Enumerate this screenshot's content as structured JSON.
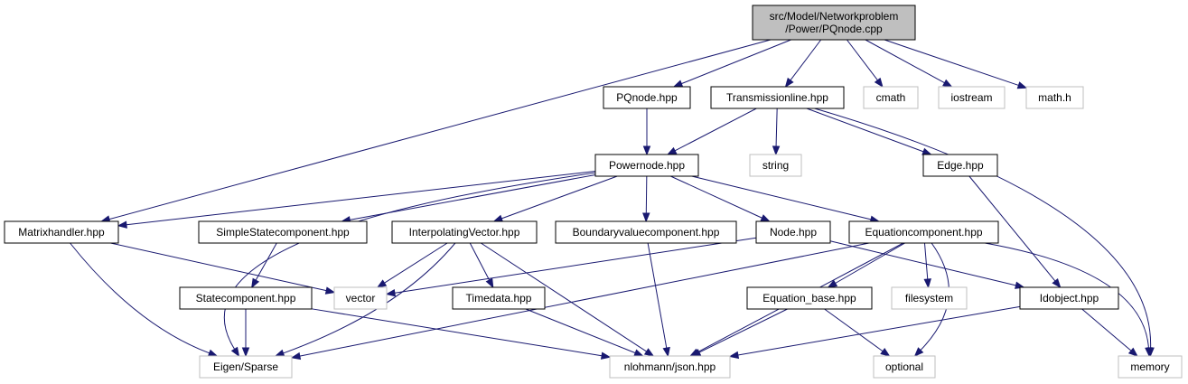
{
  "graph": {
    "colors": {
      "root_fill": "#bfbfbf",
      "root_stroke": "#000000",
      "doc_fill": "#ffffff",
      "doc_stroke": "#000000",
      "ext_fill": "#ffffff",
      "ext_stroke": "#bfbfbf",
      "edge": "#191970"
    },
    "nodes": [
      {
        "id": "root",
        "lines": [
          "src/Model/Networkproblem",
          "/Power/PQnode.cpp"
        ],
        "kind": "root"
      },
      {
        "id": "pqnode",
        "lines": [
          "PQnode.hpp"
        ],
        "kind": "doc"
      },
      {
        "id": "transmissionline",
        "lines": [
          "Transmissionline.hpp"
        ],
        "kind": "doc"
      },
      {
        "id": "cmath",
        "lines": [
          "cmath"
        ],
        "kind": "ext"
      },
      {
        "id": "iostream",
        "lines": [
          "iostream"
        ],
        "kind": "ext"
      },
      {
        "id": "mathh",
        "lines": [
          "math.h"
        ],
        "kind": "ext"
      },
      {
        "id": "powernode",
        "lines": [
          "Powernode.hpp"
        ],
        "kind": "doc"
      },
      {
        "id": "string",
        "lines": [
          "string"
        ],
        "kind": "ext"
      },
      {
        "id": "edge",
        "lines": [
          "Edge.hpp"
        ],
        "kind": "doc"
      },
      {
        "id": "matrixhandler",
        "lines": [
          "Matrixhandler.hpp"
        ],
        "kind": "doc"
      },
      {
        "id": "simplestate",
        "lines": [
          "SimpleStatecomponent.hpp"
        ],
        "kind": "doc"
      },
      {
        "id": "interpolating",
        "lines": [
          "InterpolatingVector.hpp"
        ],
        "kind": "doc"
      },
      {
        "id": "boundary",
        "lines": [
          "Boundaryvaluecomponent.hpp"
        ],
        "kind": "doc"
      },
      {
        "id": "node",
        "lines": [
          "Node.hpp"
        ],
        "kind": "doc"
      },
      {
        "id": "equationcomp",
        "lines": [
          "Equationcomponent.hpp"
        ],
        "kind": "doc"
      },
      {
        "id": "statecomp",
        "lines": [
          "Statecomponent.hpp"
        ],
        "kind": "doc"
      },
      {
        "id": "vector",
        "lines": [
          "vector"
        ],
        "kind": "ext"
      },
      {
        "id": "timedata",
        "lines": [
          "Timedata.hpp"
        ],
        "kind": "doc"
      },
      {
        "id": "eqbase",
        "lines": [
          "Equation_base.hpp"
        ],
        "kind": "doc"
      },
      {
        "id": "filesystem",
        "lines": [
          "filesystem"
        ],
        "kind": "ext"
      },
      {
        "id": "idobject",
        "lines": [
          "Idobject.hpp"
        ],
        "kind": "doc"
      },
      {
        "id": "eigen",
        "lines": [
          "Eigen/Sparse"
        ],
        "kind": "ext"
      },
      {
        "id": "json",
        "lines": [
          "nlohmann/json.hpp"
        ],
        "kind": "ext"
      },
      {
        "id": "optional",
        "lines": [
          "optional"
        ],
        "kind": "ext"
      },
      {
        "id": "memory",
        "lines": [
          "memory"
        ],
        "kind": "ext"
      }
    ],
    "edges": [
      [
        "root",
        "pqnode"
      ],
      [
        "root",
        "transmissionline"
      ],
      [
        "root",
        "cmath"
      ],
      [
        "root",
        "iostream"
      ],
      [
        "root",
        "mathh"
      ],
      [
        "root",
        "matrixhandler"
      ],
      [
        "pqnode",
        "powernode"
      ],
      [
        "transmissionline",
        "powernode"
      ],
      [
        "transmissionline",
        "string"
      ],
      [
        "transmissionline",
        "edge"
      ],
      [
        "transmissionline",
        "memory"
      ],
      [
        "powernode",
        "matrixhandler"
      ],
      [
        "powernode",
        "simplestate"
      ],
      [
        "powernode",
        "interpolating"
      ],
      [
        "powernode",
        "boundary"
      ],
      [
        "powernode",
        "node"
      ],
      [
        "powernode",
        "equationcomp"
      ],
      [
        "powernode",
        "eigen"
      ],
      [
        "edge",
        "idobject"
      ],
      [
        "matrixhandler",
        "vector"
      ],
      [
        "matrixhandler",
        "eigen"
      ],
      [
        "simplestate",
        "statecomp"
      ],
      [
        "statecomp",
        "eigen"
      ],
      [
        "statecomp",
        "json"
      ],
      [
        "interpolating",
        "vector"
      ],
      [
        "interpolating",
        "timedata"
      ],
      [
        "interpolating",
        "eigen"
      ],
      [
        "interpolating",
        "json"
      ],
      [
        "timedata",
        "json"
      ],
      [
        "boundary",
        "json"
      ],
      [
        "node",
        "vector"
      ],
      [
        "node",
        "idobject"
      ],
      [
        "equationcomp",
        "eqbase"
      ],
      [
        "equationcomp",
        "filesystem"
      ],
      [
        "equationcomp",
        "optional"
      ],
      [
        "equationcomp",
        "eigen"
      ],
      [
        "equationcomp",
        "json"
      ],
      [
        "equationcomp",
        "memory"
      ],
      [
        "eqbase",
        "json"
      ],
      [
        "eqbase",
        "optional"
      ],
      [
        "idobject",
        "json"
      ],
      [
        "idobject",
        "memory"
      ]
    ]
  }
}
